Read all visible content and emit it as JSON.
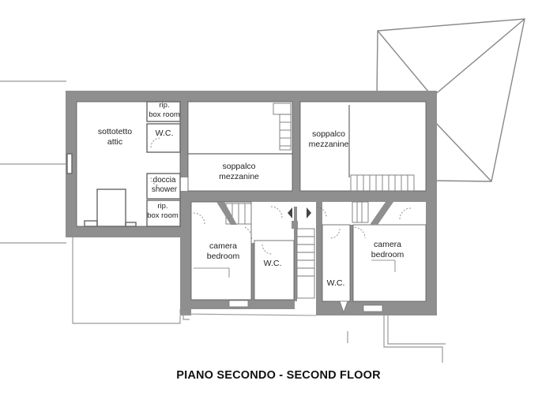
{
  "title": "PIANO SECONDO - SECOND FLOOR",
  "colors": {
    "wall": "#8f8f8f",
    "line": "#777777",
    "background": "#ffffff",
    "text": "#222222"
  },
  "rooms": [
    {
      "id": "attic",
      "line1": "sottotetto",
      "line2": "attic"
    },
    {
      "id": "box-room-1",
      "line1": "rip.",
      "line2": "box room"
    },
    {
      "id": "wc-1",
      "line1": "W.C.",
      "line2": ""
    },
    {
      "id": "shower",
      "line1": "doccia",
      "line2": "shower"
    },
    {
      "id": "box-room-2",
      "line1": "rip.",
      "line2": "box room"
    },
    {
      "id": "mezzanine-1",
      "line1": "soppalco",
      "line2": "mezzanine"
    },
    {
      "id": "mezzanine-2",
      "line1": "soppalco",
      "line2": "mezzanine"
    },
    {
      "id": "bedroom-1",
      "line1": "camera",
      "line2": "bedroom"
    },
    {
      "id": "wc-2",
      "line1": "W.C.",
      "line2": ""
    },
    {
      "id": "wc-3",
      "line1": "W.C.",
      "line2": ""
    },
    {
      "id": "bedroom-2",
      "line1": "camera",
      "line2": "bedroom"
    }
  ]
}
